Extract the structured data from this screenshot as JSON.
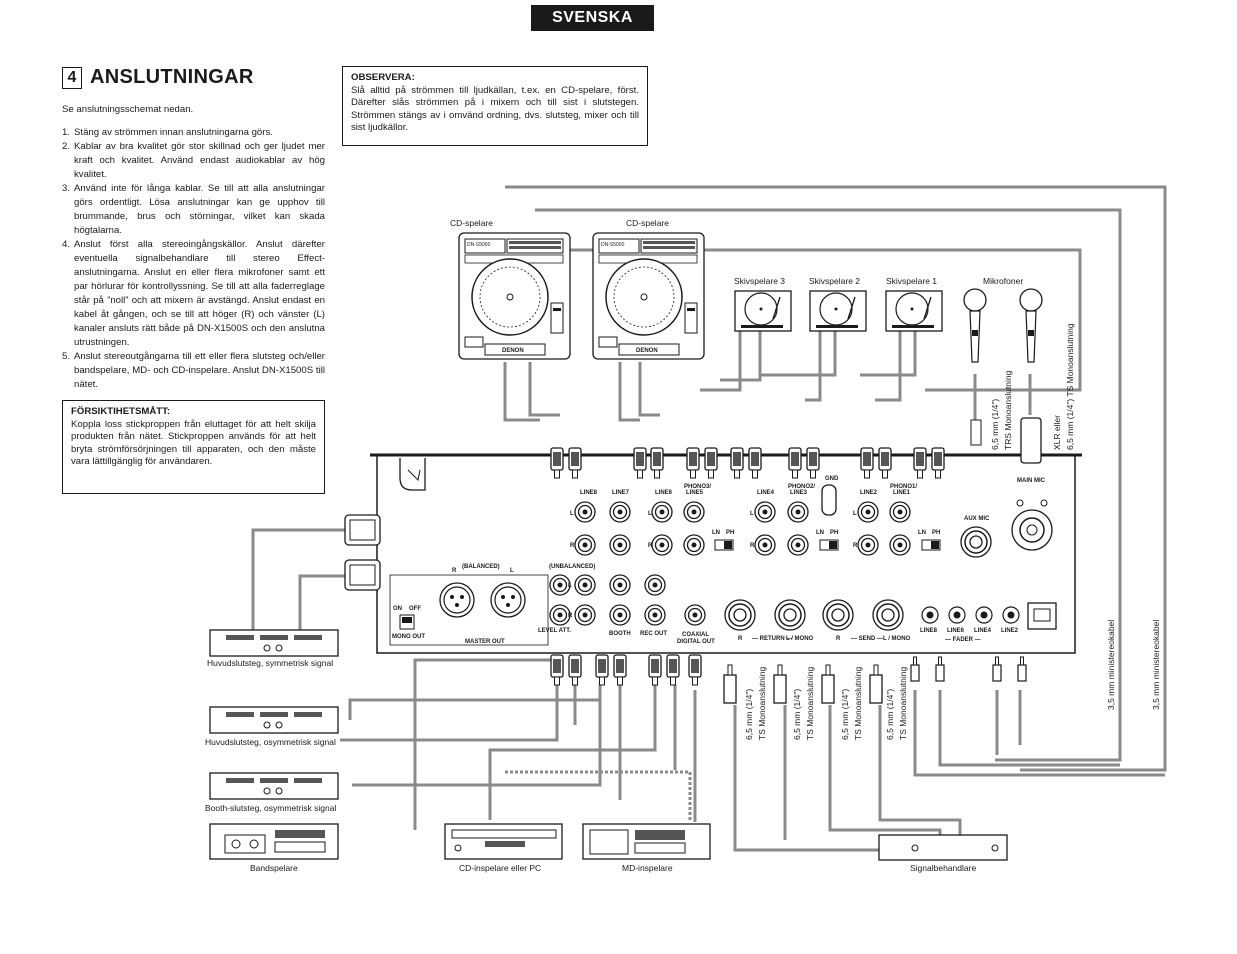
{
  "language_tab": "SVENSKA",
  "section": {
    "number": "4",
    "title": "ANSLUTNINGAR"
  },
  "intro": "Se anslutningsschemat nedan.",
  "steps": [
    {
      "n": "1.",
      "text": "Stäng av strömmen innan anslutningarna görs."
    },
    {
      "n": "2.",
      "text": "Kablar av bra kvalitet gör stor skillnad och ger ljudet mer kraft och kvalitet. Använd endast audiokablar av hög kvalitet."
    },
    {
      "n": "3.",
      "text": "Använd inte för långa kablar. Se till att alla anslutningar görs ordentligt. Lösa anslutningar kan ge upphov till brummande, brus och störningar, vilket kan skada högtalarna."
    },
    {
      "n": "4.",
      "text": "Anslut först alla stereoingångskällor. Anslut därefter eventuella signalbehandlare till stereo Effect-anslutningarna. Anslut en eller flera mikrofoner samt ett par hörlurar för kontrollyssning. Se till att alla faderreglage står på ”noll” och att mixern är avstängd. Anslut endast en kabel åt gången, och se till att höger (R) och vänster (L) kanaler ansluts rätt både på DN-X1500S och den anslutna utrustningen."
    },
    {
      "n": "5.",
      "text": "Anslut stereoutgångarna till ett eller flera slutsteg och/eller bandspelare, MD- och CD-inspelare. Anslut DN-X1500S till nätet."
    }
  ],
  "precautions": {
    "title": "FÖRSIKTIHETSMÅTT:",
    "body": "Koppla loss stickproppen från eluttaget för att helt skilja produkten från nätet. Stickproppen används för att helt bryta strömförsörjningen till apparaten, och den måste vara lättillgänglig för användaren."
  },
  "notice": {
    "title": "OBSERVERA:",
    "body": "Slå alltid på strömmen till ljudkällan, t.ex. en CD-spelare, först. Därefter slås strömmen på i mixern och till sist i slutstegen. Strömmen stängs av i omvänd ordning, dvs. slutsteg, mixer och till sist ljudkällor."
  },
  "diagram": {
    "devices": {
      "cd_left": "CD-spelare",
      "cd_right": "CD-spelare",
      "tt3": "Skivspelare 3",
      "tt2": "Skivspelare 2",
      "tt1": "Skivspelare 1",
      "mic": "Mikrofoner",
      "amp_sym": "Huvudslutsteg, symmetrisk signal",
      "amp_asym": "Huvudslutsteg, osymmetrisk signal",
      "amp_booth": "Booth-slutsteg, osymmetrisk signal",
      "tape": "Bandspelare",
      "cdrec": "CD-inspelare eller PC",
      "md": "MD-inspelare",
      "fx": "Signalbehandlare",
      "brand": "DENON"
    },
    "panel": {
      "line8": "LINE8",
      "line7": "LINE7",
      "line6": "LINE6",
      "phono3": "PHONO3/",
      "line5": "LINE5",
      "line4": "LINE4",
      "phono2": "PHONO2/",
      "line3": "LINE3",
      "gnd": "GND",
      "line2": "LINE2",
      "phono1": "PHONO1/",
      "line1": "LINE1",
      "ln": "LN",
      "ph": "PH",
      "l": "L",
      "r": "R",
      "aux_mic": "AUX MIC",
      "main_mic": "MAIN MIC",
      "balanced": "(BALANCED)",
      "unbalanced": "(UNBALANCED)",
      "on": "ON",
      "off": "OFF",
      "mono_out": "MONO OUT",
      "master_out": "MASTER OUT",
      "level_att": "LEVEL ATT.",
      "booth": "BOOTH",
      "rec_out": "REC OUT",
      "coaxial": "COAXIAL",
      "digital_out": "DIGITAL OUT",
      "return": "— RETURN —",
      "l_mono": "L / MONO",
      "send": "— SEND —",
      "fader": "— FADER —",
      "f_line8": "LINE8",
      "f_line6": "LINE6",
      "f_line4": "LINE4",
      "f_line2": "LINE2",
      "r_mark": "R"
    },
    "cable_labels": {
      "mic1_a": "6,5 mm (1/4\")",
      "mic1_b": "TRS Monoanslutning",
      "mic2_a": "XLR eller",
      "mic2_b": "6,5 mm (1/4\") TS Monoanslutning",
      "ts_a": "6,5 mm (1/4\")",
      "ts_b": "TS Monoanslutning",
      "mini": "3,5 mm ministereokabel"
    }
  }
}
